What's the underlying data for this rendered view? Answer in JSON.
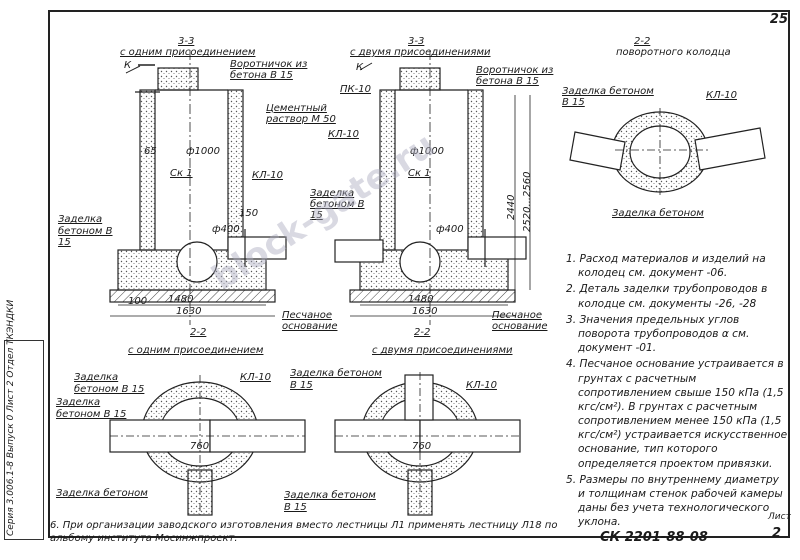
{
  "page_number": "25",
  "sidebar_text": "Серия 3.006.1-8 Выпуск 0 Лист 2 Отдел ТКЭНДКИ",
  "labels": {
    "sec33_left": "3-3",
    "sec33_left_title": "с одним присоединением",
    "sec33_right": "3-3",
    "sec33_right_title": "с двумя присоединениями",
    "sec22_top": "2-2",
    "sec22_top_title": "поворотного колодца",
    "k_left": "К",
    "k_right": "К",
    "vorot_left": "Воротничок из бетона В 15",
    "vorot_right": "Воротничок из бетона В 15",
    "cement": "Цементный раствор М 50",
    "pk10": "ПК-10",
    "kl10_mid": "КЛ-10",
    "kl10_left": "КЛ-10",
    "d1000_left": "ф1000",
    "d1000_right": "ф1000",
    "ck1_left": "Ск 1",
    "ck1_right": "Ск 1",
    "zadelka_left": "Заделка бетоном В 15",
    "zadelka_mid": "Заделка бетоном В 15",
    "zadelka_top_right": "Заделка бетоном В 15",
    "zadelka_top_right_b": "Заделка бетоном",
    "kl10_top_right": "КЛ-10",
    "d400_left": "ф400",
    "d400_right": "ф400",
    "dim_150": "150",
    "dim_1480_left": "1480",
    "dim_1480_right": "1480",
    "dim_1630_left": "1630",
    "dim_1630_right": "1630",
    "dim_100": "100",
    "dim_2440": "2440",
    "dim_2560": "2520...2560",
    "dim_65": "65",
    "pesok_left": "Песчаное основание",
    "pesok_right": "Песчаное основание",
    "sec22_bl": "2-2",
    "sec22_bl_title": "с одним присоединением",
    "sec22_br": "2-2",
    "sec22_br_title": "с двумя присоединениями",
    "zadelka_bl1": "Заделка бетоном В 15",
    "zadelka_bl2": "Заделка бетоном В 15",
    "zadelka_bl3": "Заделка бетоном",
    "kl10_bl": "КЛ-10",
    "zadelka_br1": "Заделка бетоном В 15",
    "zadelka_br2": "Заделка бетоном В 15",
    "kl10_br": "КЛ-10",
    "dim_760_l": "760",
    "dim_760_r": "760"
  },
  "notes": [
    "1. Расход материалов и изделий на колодец см. документ -06.",
    "2. Деталь заделки трубопроводов в колодце см. документы -26, -28",
    "3. Значения предельных углов поворота трубопроводов α см. документ -01.",
    "4. Песчаное основание устраивается в грунтах с расчетным сопротивлением свыше 150 кПа (1,5 кгс/см²). В грунтах с расчетным сопротивлением менее 150 кПа (1,5 кгс/см²) устраивается искусственное основание, тип которого определяется проектом привязки.",
    "5. Размеры по внутреннему диаметру и толщинам стенок рабочей камеры даны без учета технологического уклона."
  ],
  "footnote": "6. При организации заводского изготовления вместо лестницы Л1 применять лестницу Л18 по альбому института Мосинжпроект.",
  "doc_code": "СК 2201-88-08",
  "sheet_label": "Лист",
  "sheet_num": "2",
  "watermark": "block-gate.ru"
}
